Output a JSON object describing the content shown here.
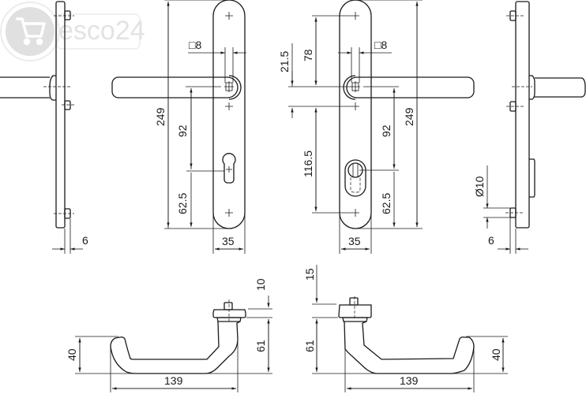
{
  "watermark": {
    "brand": "esco24",
    "icon": "shopping-cart-icon",
    "color": "#dcdcdc"
  },
  "drawing": {
    "subject": "Door handle set with long backplate",
    "line_color": "#1a1a1a",
    "background": "#ffffff",
    "dimensions": {
      "side_left_offset": "6",
      "front_left_square_spindle": "□8",
      "front_left_total_height": "249",
      "front_left_spindle_to_keyhole": "92",
      "front_left_keyhole_to_bottom": "62.5",
      "front_left_width": "35",
      "front_right_square_spindle": "□8",
      "front_right_top_screw_to_spindle": "78",
      "front_right_spindle_to_screw": "21.5",
      "front_right_screw_spacing": "116.5",
      "front_right_spindle_to_cylinder": "92",
      "front_right_cylinder_to_bottom": "62.5",
      "front_right_total_height": "249",
      "front_right_width": "35",
      "side_right_diameter": "Ø10",
      "side_right_offset": "6",
      "lever_left_rose_height": "10",
      "lever_left_projection": "61",
      "lever_left_drop": "40",
      "lever_left_length": "139",
      "lever_right_rose_height": "15",
      "lever_right_projection": "61",
      "lever_right_drop": "40",
      "lever_right_length": "139"
    }
  }
}
